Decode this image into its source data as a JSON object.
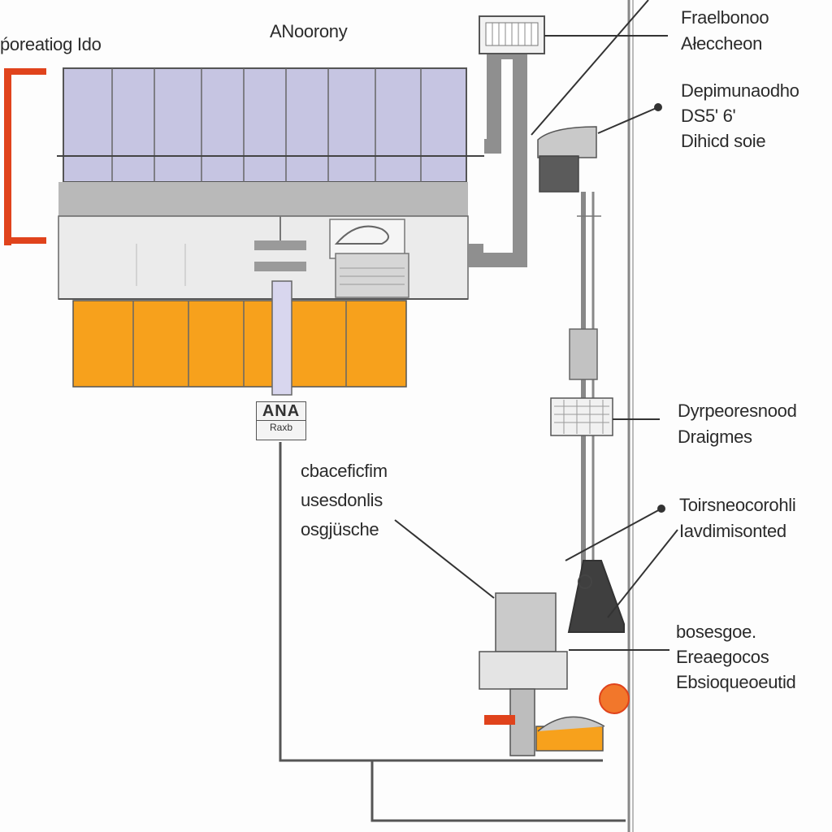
{
  "diagram": {
    "colors": {
      "panel": "#c6c5e2",
      "gray_band": "#b9b9b9",
      "tank": "#f7a11c",
      "accent_red": "#e0431c",
      "line": "#4a4a4a",
      "pipe": "#8f8f8f",
      "body_bg": "#ebebeb"
    },
    "labels": {
      "top_left": "ṕoreatiog Ido",
      "top_center": "ANoorony",
      "top_right": [
        "Fraelbonoo",
        "Ałeccheon"
      ],
      "upper_right": [
        "Depimunaodho",
        "DS5' 6'",
        "Dihicd soie"
      ],
      "mid_right": [
        "Dyrpeoresnood",
        "Draigmes"
      ],
      "center": [
        "cbaceficfim",
        "usesdonlis",
        "osgjüsche"
      ],
      "lower_right": [
        "Toirsneocorohli",
        "Iavdimisonted"
      ],
      "bottom_right": [
        "bosesgoe.",
        "Ereaegocos",
        "Ebsioqueoeutid"
      ]
    },
    "sign": {
      "line1": "ANA",
      "line2": "Raxb"
    }
  }
}
